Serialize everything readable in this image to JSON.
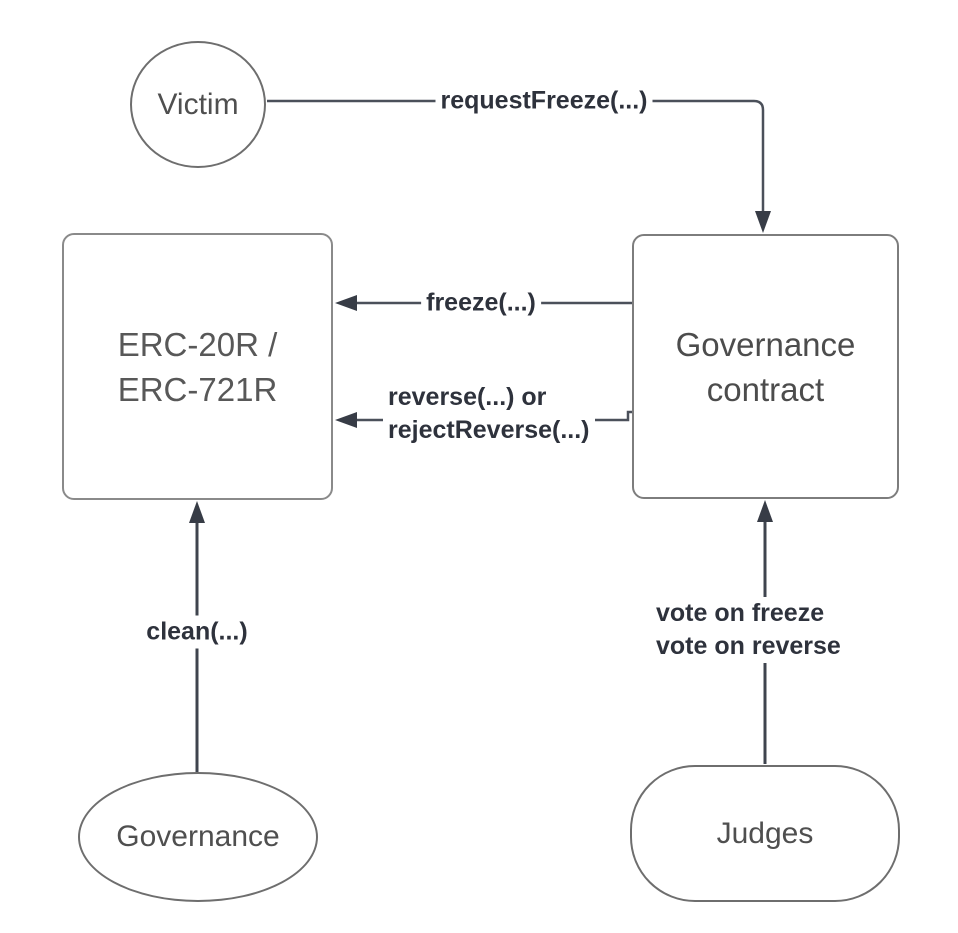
{
  "diagram": {
    "background_color": "#ffffff",
    "colors": {
      "node_border": "#7a7a7a",
      "node_text": "#4f4f4f",
      "connector_line": "#4b505a",
      "arrowhead_fill": "#373c46",
      "edge_label_text": "#2e323c"
    },
    "nodes": {
      "victim": {
        "label": "Victim",
        "shape": "circle"
      },
      "erc": {
        "label_line1": "ERC-20R /",
        "label_line2": "ERC-721R",
        "shape": "rounded-rectangle"
      },
      "governance_contract": {
        "label_line1": "Governance",
        "label_line2": "contract",
        "shape": "rounded-rectangle"
      },
      "governance": {
        "label": "Governance",
        "shape": "ellipse"
      },
      "judges": {
        "label": "Judges",
        "shape": "stadium"
      }
    },
    "edges": {
      "request_freeze": {
        "label": "requestFreeze(...)",
        "from": "victim",
        "to": "governance_contract"
      },
      "freeze": {
        "label": "freeze(...)",
        "from": "governance_contract",
        "to": "erc"
      },
      "reverse": {
        "label_line1": "reverse(...) or",
        "label_line2": "rejectReverse(...)",
        "from": "governance_contract",
        "to": "erc"
      },
      "clean": {
        "label": "clean(...)",
        "from": "governance",
        "to": "erc"
      },
      "vote": {
        "label_line1": "vote on freeze",
        "label_line2": "vote on reverse",
        "from": "judges",
        "to": "governance_contract"
      }
    }
  }
}
